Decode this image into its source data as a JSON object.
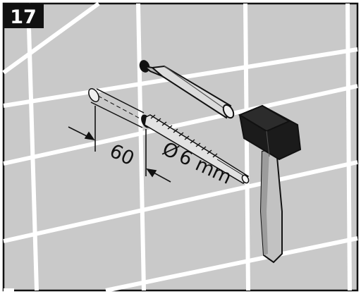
{
  "step": {
    "number": "17"
  },
  "dimensions": {
    "depth": "60",
    "diameter_symbol": "Ø",
    "diameter_value": "6 mm"
  },
  "colors": {
    "tile_background": "#c9c9c9",
    "grout_lines": "#ffffff",
    "outline": "#111111",
    "badge": "#111111",
    "tool_light": "#e6e6e6"
  },
  "icons": [
    "punch-icon",
    "drill-bit-icon",
    "hammer-icon",
    "drill-hole-icon",
    "dimension-arrow-icon"
  ]
}
